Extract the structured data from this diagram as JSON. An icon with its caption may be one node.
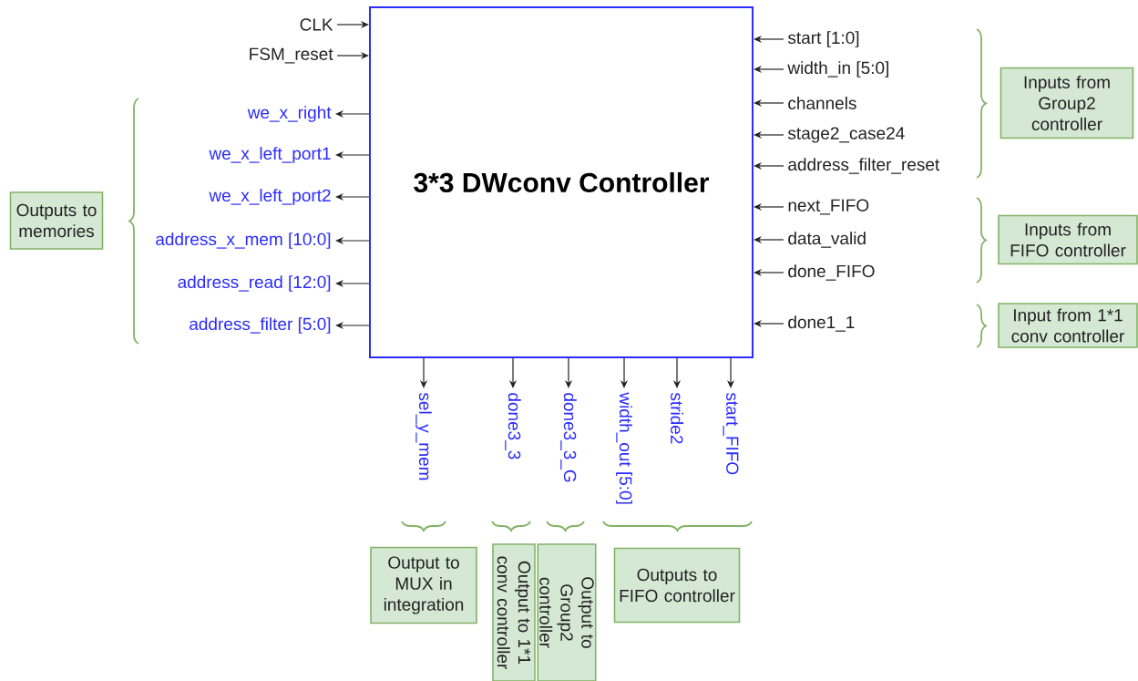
{
  "diagram": {
    "nodes": [
      {
        "text": [
          "3*3 DWconv Controller"
        ]
      },
      {
        "text": [
          "CLK"
        ]
      },
      {
        "text": [
          "FSM_reset"
        ]
      },
      {
        "text": [
          "we_x_right"
        ]
      },
      {
        "text": [
          "we_x_left_port1"
        ]
      },
      {
        "text": [
          "we_x_left_port2"
        ]
      },
      {
        "text": [
          "address_x_mem [10:0]"
        ]
      },
      {
        "text": [
          "address_read [12:0]"
        ]
      },
      {
        "text": [
          "address_filter [5:0]"
        ]
      },
      {
        "text": [
          "start [1:0]"
        ]
      },
      {
        "text": [
          "width_in [5:0]"
        ]
      },
      {
        "text": [
          "channels"
        ]
      },
      {
        "text": [
          "stage2_case24"
        ]
      },
      {
        "text": [
          "address_filter_reset"
        ]
      },
      {
        "text": [
          "next_FIFO"
        ]
      },
      {
        "text": [
          "data_valid"
        ]
      },
      {
        "text": [
          "done_FIFO"
        ]
      },
      {
        "text": [
          "done1_1"
        ]
      },
      {
        "text": [
          "sel_y_mem"
        ]
      },
      {
        "text": [
          "done3_3"
        ]
      },
      {
        "text": [
          "done3_3_G"
        ]
      },
      {
        "text": [
          "width_out [5:0]"
        ]
      },
      {
        "text": [
          "stride2"
        ]
      },
      {
        "text": [
          "start_FIFO"
        ]
      },
      {
        "text": [
          "Outputs to memories"
        ]
      },
      {
        "text": [
          "Inputs from Group2 controller"
        ]
      },
      {
        "text": [
          "Inputs from FIFO controller"
        ]
      },
      {
        "text": [
          "Input from 1*1 conv controller"
        ]
      },
      {
        "text": [
          "Output to MUX in integration"
        ]
      },
      {
        "text": [
          "Output to 1*1 conv controller"
        ]
      },
      {
        "text": [
          "Output to Group2 controller"
        ]
      },
      {
        "text": [
          "Outputs to FIFO controller"
        ]
      }
    ],
    "edges": [
      {
        "from": 1,
        "to": 0,
        "arrow": "to"
      },
      {
        "from": 2,
        "to": 0,
        "arrow": "to"
      },
      {
        "from": 0,
        "to": 3,
        "arrow": "to"
      },
      {
        "from": 0,
        "to": 4,
        "arrow": "to"
      },
      {
        "from": 0,
        "to": 5,
        "arrow": "to"
      },
      {
        "from": 0,
        "to": 6,
        "arrow": "to"
      },
      {
        "from": 0,
        "to": 7,
        "arrow": "to"
      },
      {
        "from": 0,
        "to": 8,
        "arrow": "to"
      },
      {
        "from": 9,
        "to": 0,
        "arrow": "to"
      },
      {
        "from": 10,
        "to": 0,
        "arrow": "to"
      },
      {
        "from": 11,
        "to": 0,
        "arrow": "to"
      },
      {
        "from": 12,
        "to": 0,
        "arrow": "to"
      },
      {
        "from": 13,
        "to": 0,
        "arrow": "to"
      },
      {
        "from": 14,
        "to": 0,
        "arrow": "to"
      },
      {
        "from": 15,
        "to": 0,
        "arrow": "to"
      },
      {
        "from": 16,
        "to": 0,
        "arrow": "to"
      },
      {
        "from": 17,
        "to": 0,
        "arrow": "to"
      },
      {
        "from": 0,
        "to": 18,
        "arrow": "to"
      },
      {
        "from": 0,
        "to": 19,
        "arrow": "to"
      },
      {
        "from": 0,
        "to": 20,
        "arrow": "to"
      },
      {
        "from": 0,
        "to": 21,
        "arrow": "to"
      },
      {
        "from": 0,
        "to": 22,
        "arrow": "to"
      },
      {
        "from": 0,
        "to": 23,
        "arrow": "to"
      }
    ]
  }
}
